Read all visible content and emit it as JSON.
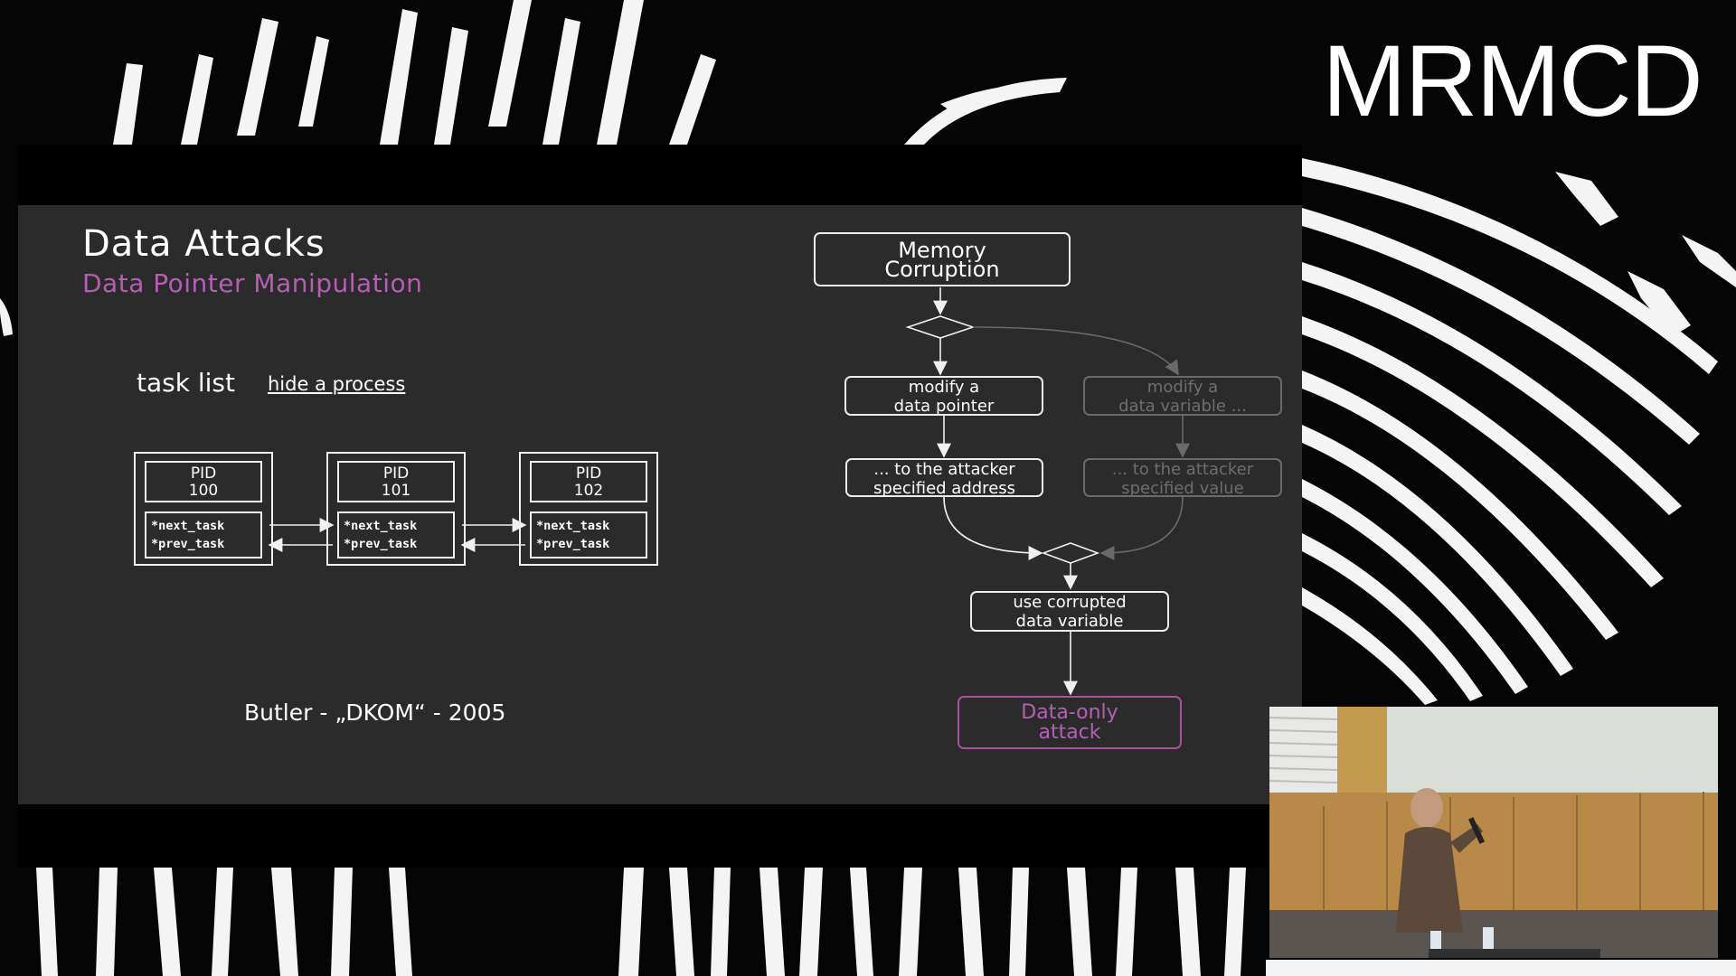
{
  "event": {
    "logo_text": "MRMCD"
  },
  "slide": {
    "title": "Data Attacks",
    "subtitle": "Data Pointer Manipulation",
    "task_list_label": "task list",
    "hide_process_link": "hide a process",
    "citation": "Butler - „DKOM“ - 2005",
    "processes": [
      {
        "pid_label": "PID",
        "pid_value": "100",
        "next": "*next_task",
        "prev": "*prev_task"
      },
      {
        "pid_label": "PID",
        "pid_value": "101",
        "next": "*next_task",
        "prev": "*prev_task"
      },
      {
        "pid_label": "PID",
        "pid_value": "102",
        "next": "*next_task",
        "prev": "*prev_task"
      }
    ],
    "flowchart": {
      "memory_corruption": [
        "Memory",
        "Corruption"
      ],
      "modify_pointer": [
        "modify a",
        "data pointer"
      ],
      "attacker_address": [
        "... to the attacker",
        "specified address"
      ],
      "modify_variable": [
        "modify a",
        "data variable ..."
      ],
      "attacker_value": [
        "... to the attacker",
        "specified value"
      ],
      "use_corrupted": [
        "use corrupted",
        "data variable"
      ],
      "data_only_attack": [
        "Data-only",
        "attack"
      ]
    }
  },
  "colors": {
    "slide_background": "#2b2b2b",
    "accent_purple": "#b45fb4",
    "dimmed_gray": "#6e6e6e",
    "page_background": "#050505"
  }
}
